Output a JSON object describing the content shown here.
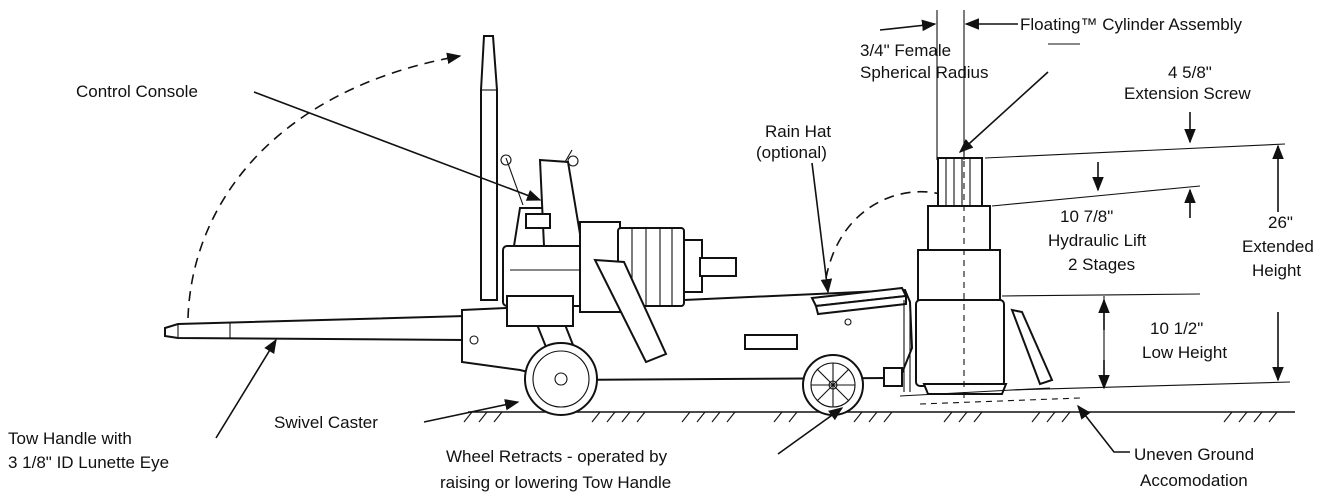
{
  "labels": {
    "floating_cylinder": "Floating™ Cylinder Assembly",
    "female_radius_1": "3/4\" Female",
    "female_radius_2": "Spherical Radius",
    "control_console": "Control Console",
    "extension_screw_1": "4  5/8\"",
    "extension_screw_2": "Extension Screw",
    "rain_hat_1": "Rain Hat",
    "rain_hat_2": "(optional)",
    "hydraulic_lift_1": "10  7/8\"",
    "hydraulic_lift_2": "Hydraulic Lift",
    "hydraulic_lift_3": "2 Stages",
    "extended_height_1": "26\"",
    "extended_height_2": "Extended",
    "extended_height_3": "Height",
    "low_height_1": "10  1/2\"",
    "low_height_2": "Low Height",
    "tow_handle_1": "Tow Handle with",
    "tow_handle_2": "3  1/8\" ID Lunette Eye",
    "swivel_caster": "Swivel Caster",
    "wheel_retracts_1": "Wheel Retracts - operated by",
    "wheel_retracts_2": "raising or lowering Tow Handle",
    "uneven_ground_1": "Uneven Ground",
    "uneven_ground_2": "Accomodation"
  }
}
